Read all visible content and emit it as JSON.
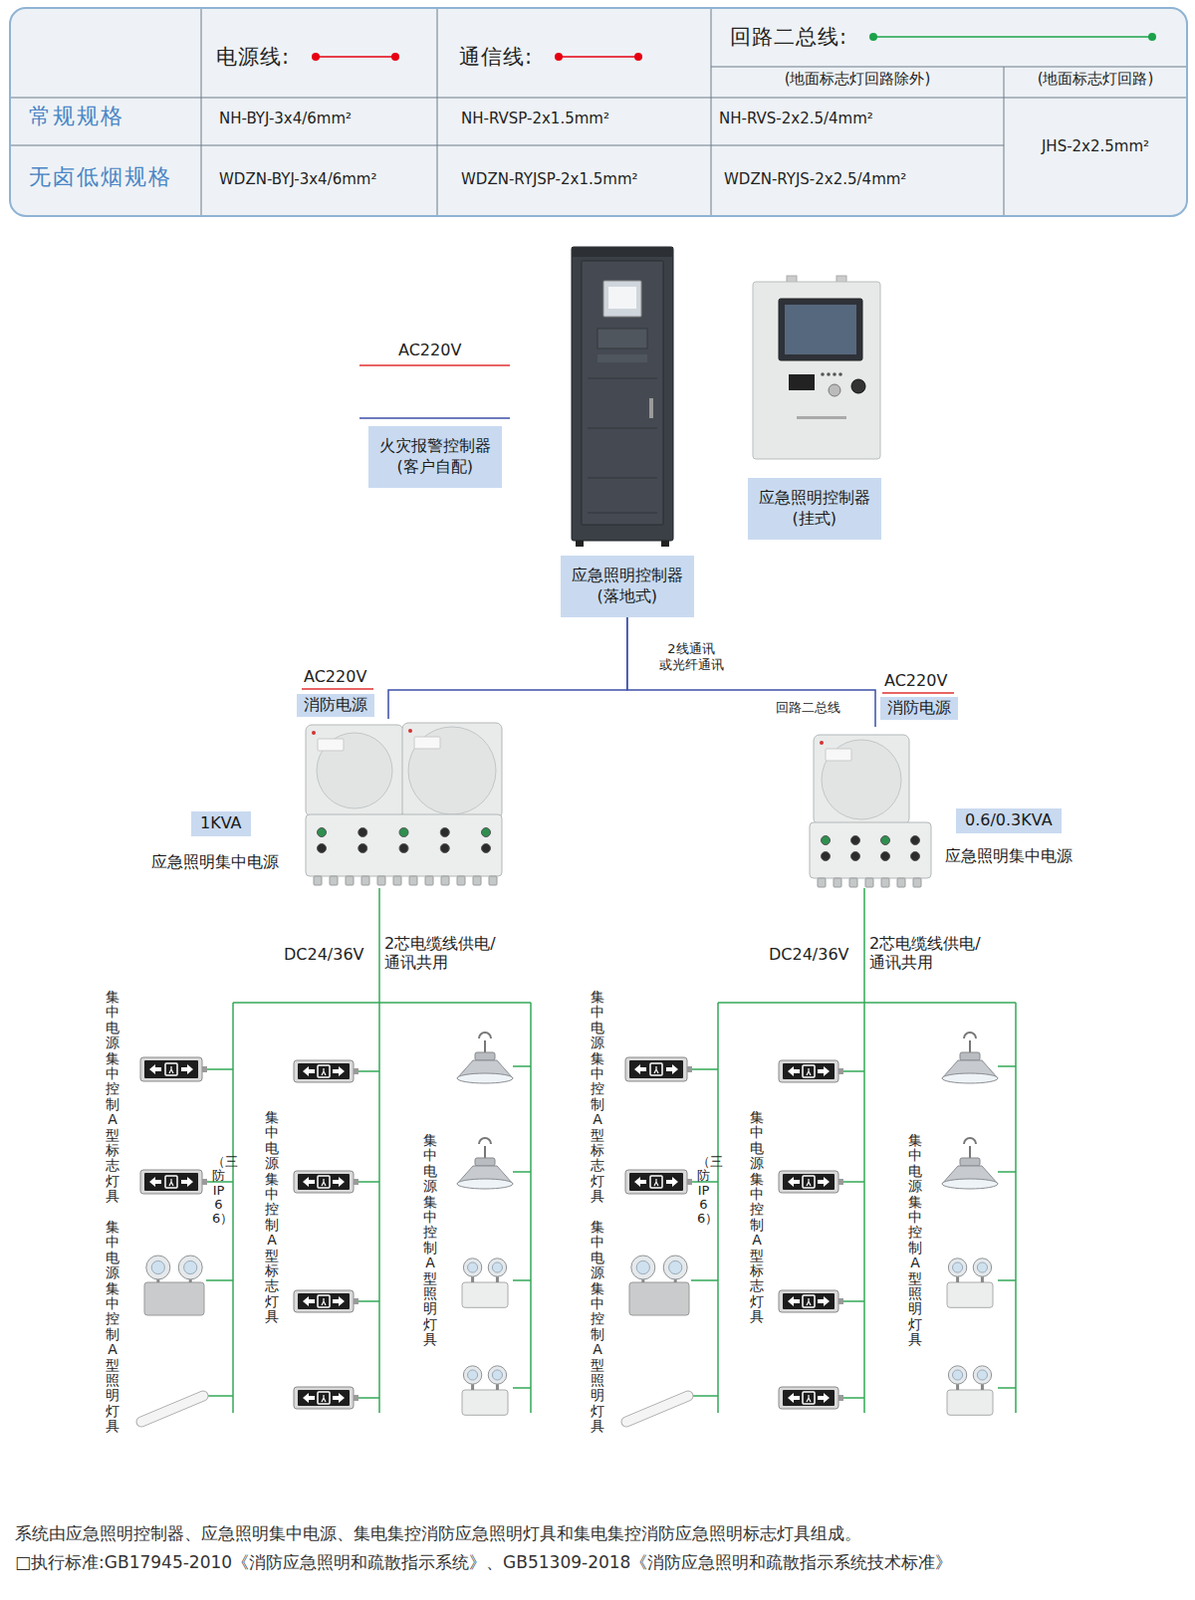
{
  "diagram": {
    "nodes": [
      {
        "text": [
          "火灾报警控制器 (客户自配)"
        ]
      },
      {
        "text": [
          "应急照明控制器 (挂式)"
        ]
      },
      {
        "text": [
          "应急照明控制器 (落地式)"
        ]
      },
      {
        "text": [
          "消防电源"
        ]
      },
      {
        "text": [
          "1KVA"
        ]
      },
      {
        "text": [
          "应急照明集中电源"
        ]
      },
      {
        "text": [
          "消防电源"
        ]
      },
      {
        "text": [
          "0.6/0.3KVA"
        ]
      },
      {
        "text": [
          "应急照明集中电源"
        ]
      }
    ],
    "edges": [
      {
        "from": 2,
        "to": 5,
        "arrow": "none",
        "label": "2线通讯 或光纤通讯"
      },
      {
        "from": 2,
        "to": 8,
        "arrow": "none",
        "label": "回路二总线"
      }
    ],
    "labels": [
      "(地面标志灯回路除外)",
      "(地面标志灯回路)",
      "常规规格",
      "NH-BYJ-3x4/6mm²",
      "NH-RVSP-2x1.5mm²",
      "NH-RVS-2x2.5/4mm²",
      "JHS-2x2.5mm²",
      "无卤低烟规格",
      "WDZN-BYJ-3x4/6mm²",
      "WDZN-RYJSP-2x1.5mm²",
      "WDZN-RYJS-2x2.5/4mm²",
      "AC220V",
      "AC220V",
      "AC220V",
      "DC24/36V",
      "2芯电缆线供电/ 通讯共用",
      "集中电源集中控制A型标志灯具",
      "（三防IP66）",
      "集中电源集中控制A型照明灯具",
      "集中电源集中控制A型标志灯具",
      "集中电源集中控制A型照明灯具",
      "DC24/36V",
      "2芯电缆线供电/ 通讯共用",
      "集中电源集中控制A型标志灯具",
      "（三防IP66）",
      "集中电源集中控制A型照明灯具",
      "集中电源集中控制A型标志灯具",
      "集中电源集中控制A型照明灯具",
      "系统由应急照明控制器、应急照明集中电源、集电集控消防应急照明灯具和集电集控消防应急照明标志灯具组成。",
      "□执行标准:GB17945-2010《消防应急照明和疏散指示系统》、GB51309-2018《消防应急照明和疏散指示系统技术标准》"
    ],
    "legend": [
      {
        "text": "电源线:"
      },
      {
        "text": "通信线:"
      },
      {
        "text": "回路二总线:"
      }
    ]
  }
}
